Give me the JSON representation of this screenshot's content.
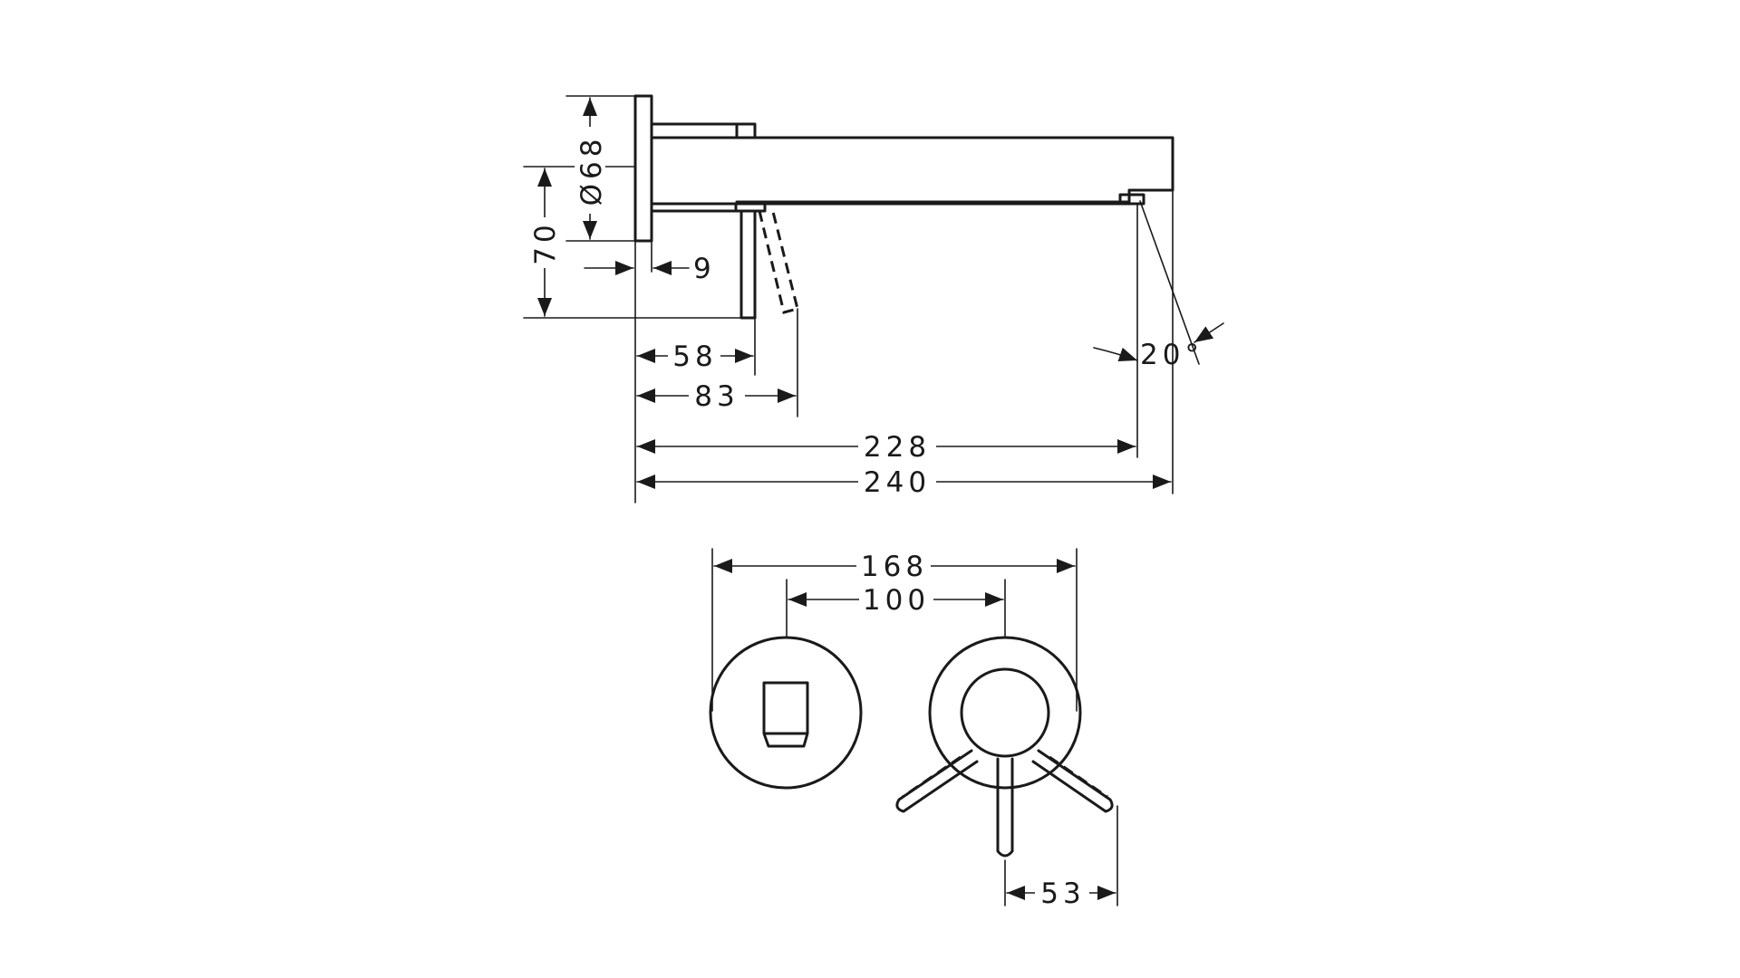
{
  "dimensions": {
    "diameter_68": "Ø68",
    "height_70": "70",
    "offset_9": "9",
    "lever_58": "58",
    "lever_83": "83",
    "projection_228": "228",
    "projection_240": "240",
    "angle_20": "20°",
    "centers_168": "168",
    "centers_100": "100",
    "lever_53": "53"
  }
}
